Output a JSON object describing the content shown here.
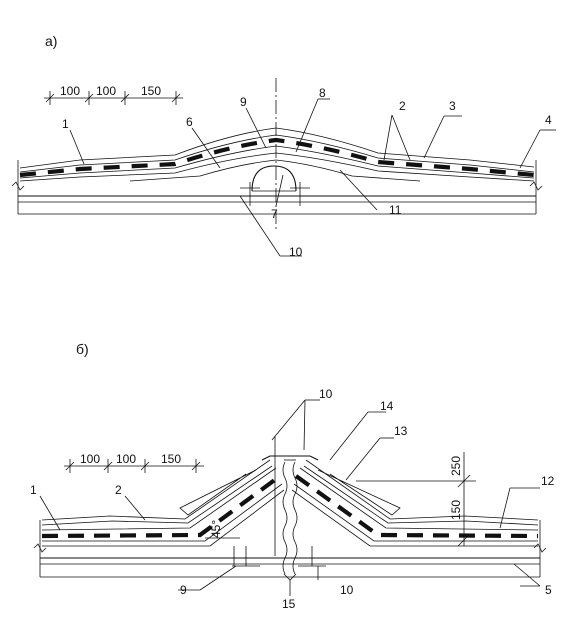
{
  "figure_a": {
    "title": "а)",
    "dimensions": [
      "100",
      "100",
      "150"
    ],
    "callouts": [
      "1",
      "2",
      "3",
      "4",
      "6",
      "7",
      "8",
      "9",
      "10",
      "11"
    ]
  },
  "figure_b": {
    "title": "б)",
    "dimensions": [
      "100",
      "100",
      "150"
    ],
    "vertical_dimensions": [
      "250",
      "150"
    ],
    "angle": "45°",
    "callouts": [
      "1",
      "2",
      "5",
      "9",
      "10",
      "10",
      "12",
      "13",
      "14",
      "15"
    ]
  }
}
